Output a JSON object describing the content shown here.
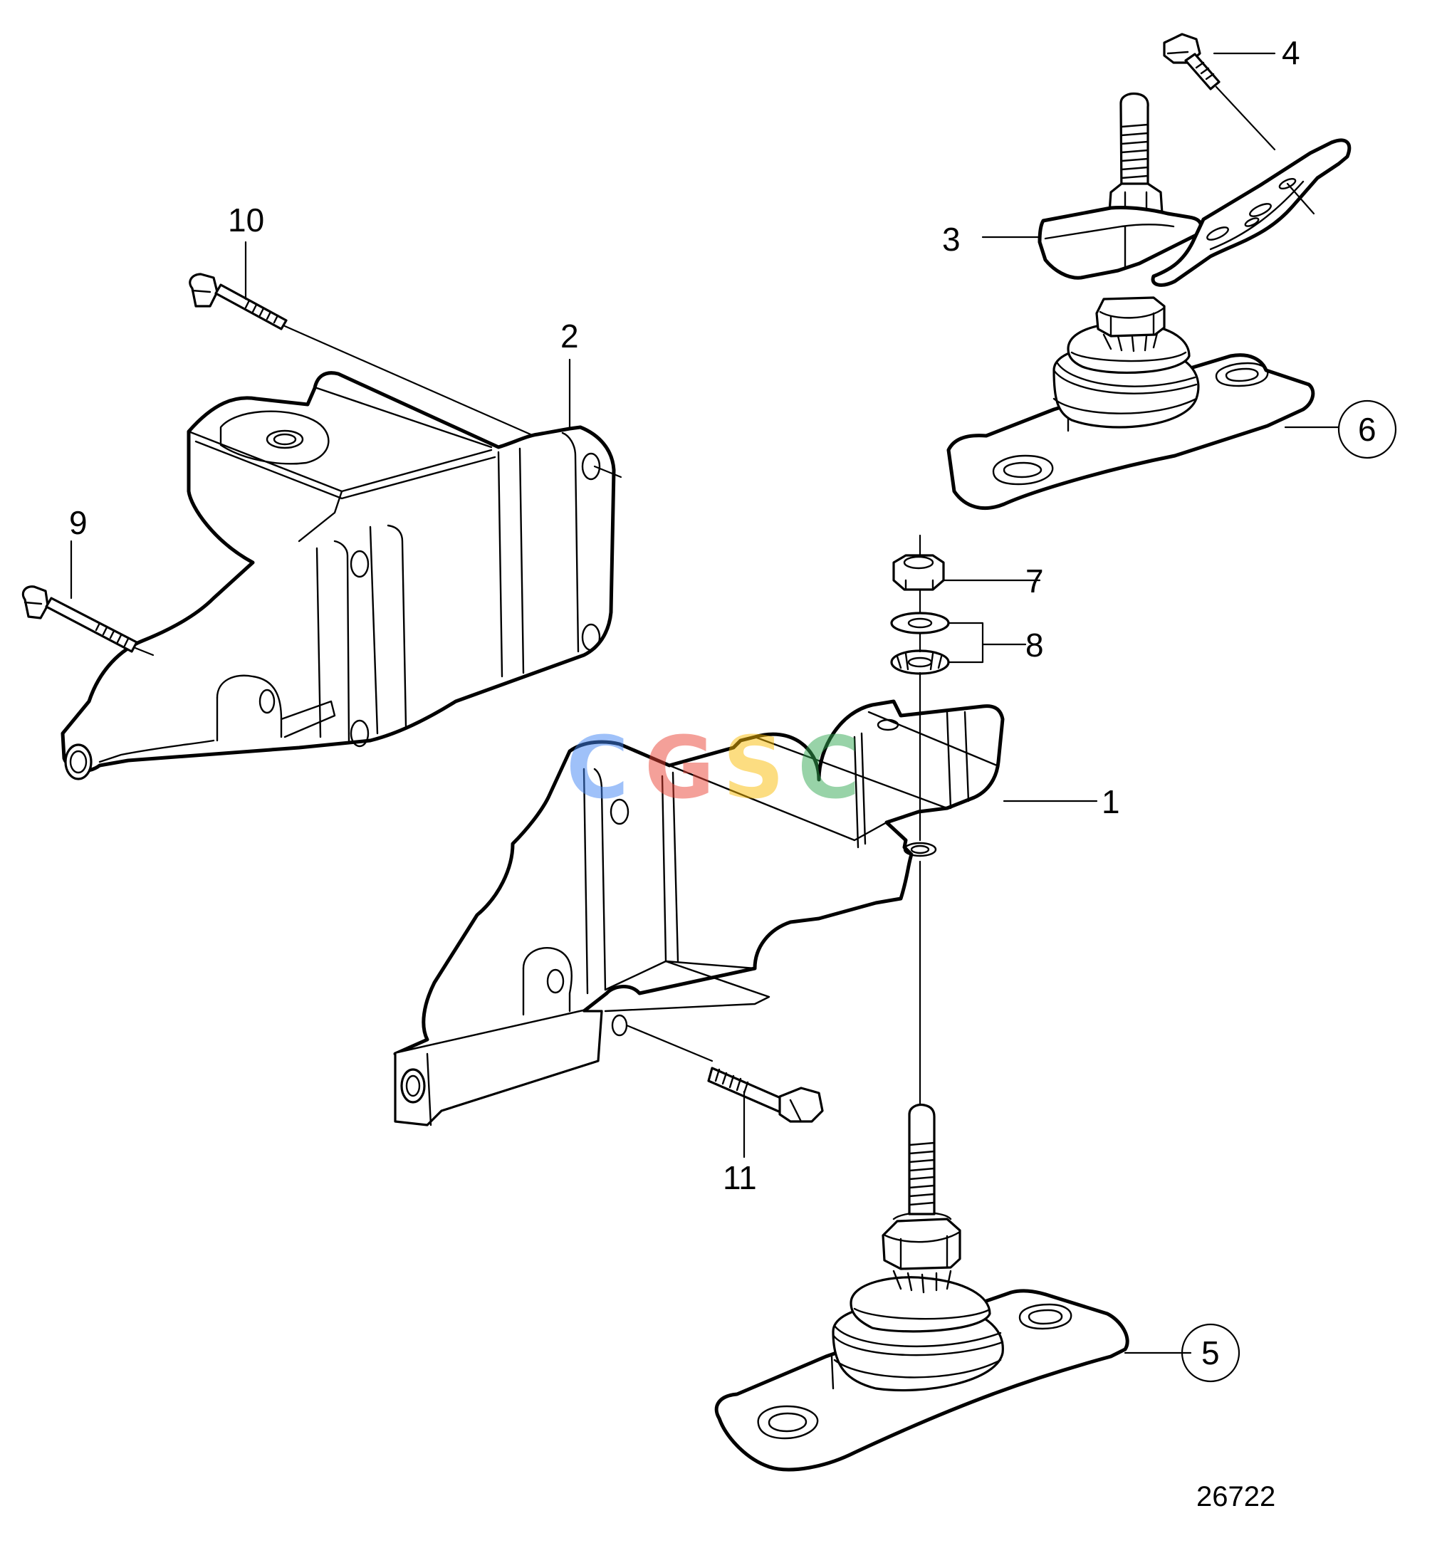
{
  "figure": {
    "drawing_number": "26722",
    "watermark": {
      "letters": [
        "C",
        "G",
        "S",
        "C"
      ],
      "colors": [
        "#4285F4",
        "#EA4335",
        "#FBBC05",
        "#34A853"
      ]
    },
    "callouts": [
      {
        "id": "1",
        "circled": false
      },
      {
        "id": "2",
        "circled": false
      },
      {
        "id": "3",
        "circled": false
      },
      {
        "id": "4",
        "circled": false
      },
      {
        "id": "5",
        "circled": true
      },
      {
        "id": "6",
        "circled": true
      },
      {
        "id": "7",
        "circled": false
      },
      {
        "id": "8",
        "circled": false
      },
      {
        "id": "9",
        "circled": false
      },
      {
        "id": "10",
        "circled": false
      },
      {
        "id": "11",
        "circled": false
      }
    ]
  }
}
